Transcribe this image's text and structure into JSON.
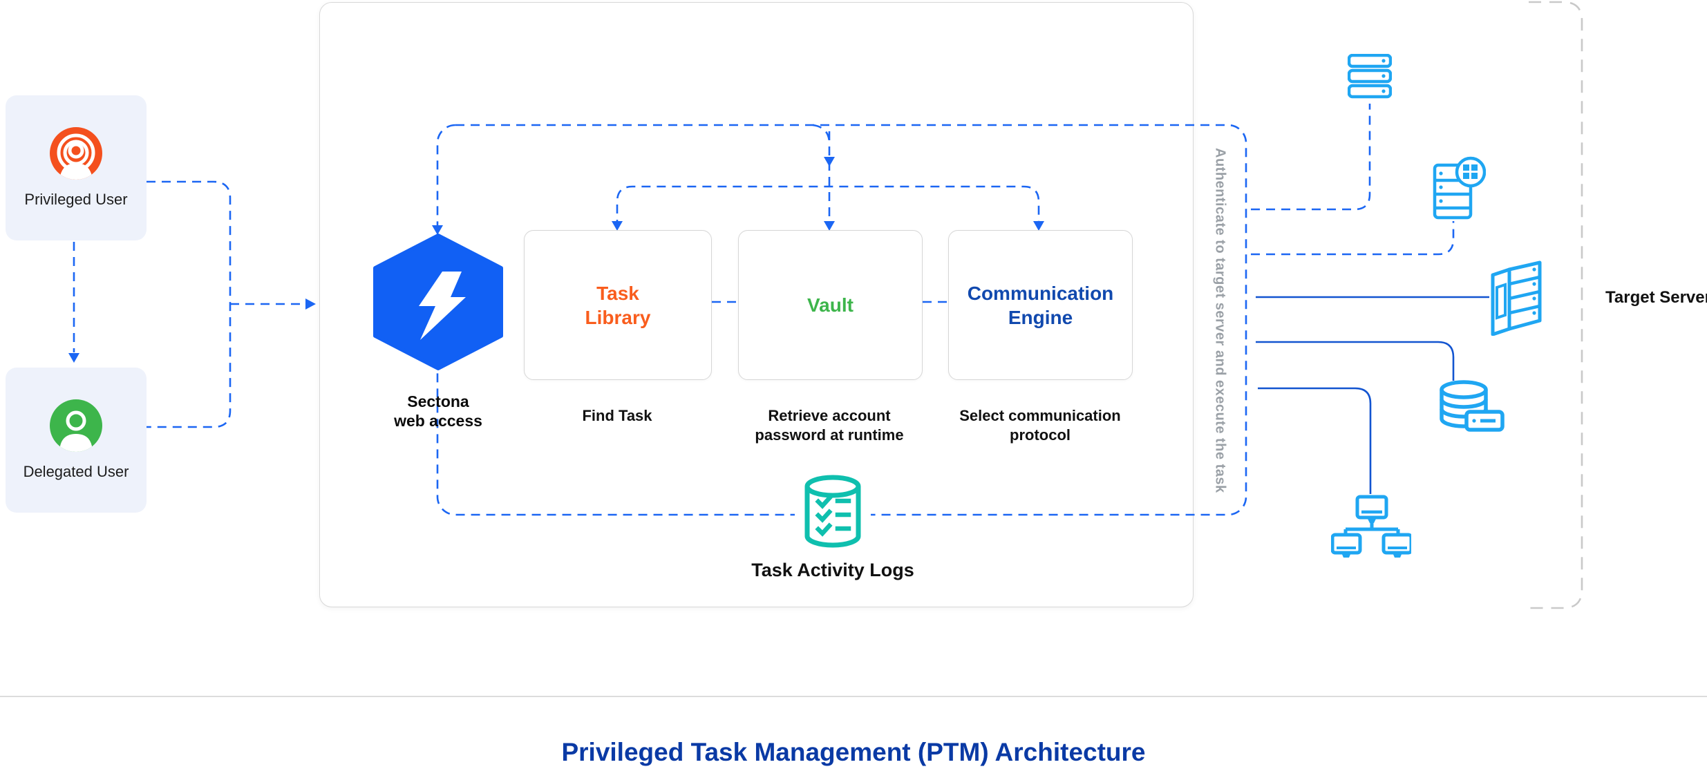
{
  "diagram_title": "Privileged Task Management (PTM) Architecture",
  "actors": [
    {
      "label": "Privileged User",
      "icon": "privileged-user-icon",
      "color": "#f4501e"
    },
    {
      "label": "Delegated User",
      "icon": "delegated-user-icon",
      "color": "#3db54b"
    }
  ],
  "platform": {
    "logo_icon": "sectona-hexagon-bolt-icon",
    "logo_caption_line1": "Sectona",
    "logo_caption_line2": "web access",
    "modules": [
      {
        "name": "Task Library",
        "caption": "Find Task",
        "text_color": "#f95d1d"
      },
      {
        "name": "Vault",
        "caption": "Retrieve account password at runtime",
        "text_color": "#3db54b"
      },
      {
        "name": "Communication Engine",
        "caption": "Select communication protocol",
        "text_color": "#1149ae"
      }
    ],
    "logs_label": "Task Activity Logs",
    "logs_icon": "task-activity-logs-database-icon",
    "logs_icon_color": "#0fbfae"
  },
  "target": {
    "vertical_note": "Authenticate to target server and execute the task",
    "label": "Target Server",
    "icons": [
      "server-stack-icon",
      "windows-server-icon",
      "tower-server-icon",
      "database-server-icon",
      "workstation-network-icon"
    ],
    "icon_color": "#1fa6f2"
  },
  "colors": {
    "connector_dashed_blue": "#1b66f3",
    "connector_solid_blue": "#1254d0",
    "hexagon_blue": "#1160f4",
    "card_border": "#d8d8d8",
    "gray_dashed_border": "#c9c9c9",
    "divider": "#dcdcdc",
    "note_gray": "#9aa0a6",
    "title_blue": "#0a3aa5",
    "actor_card_bg": "#eef2fb"
  }
}
